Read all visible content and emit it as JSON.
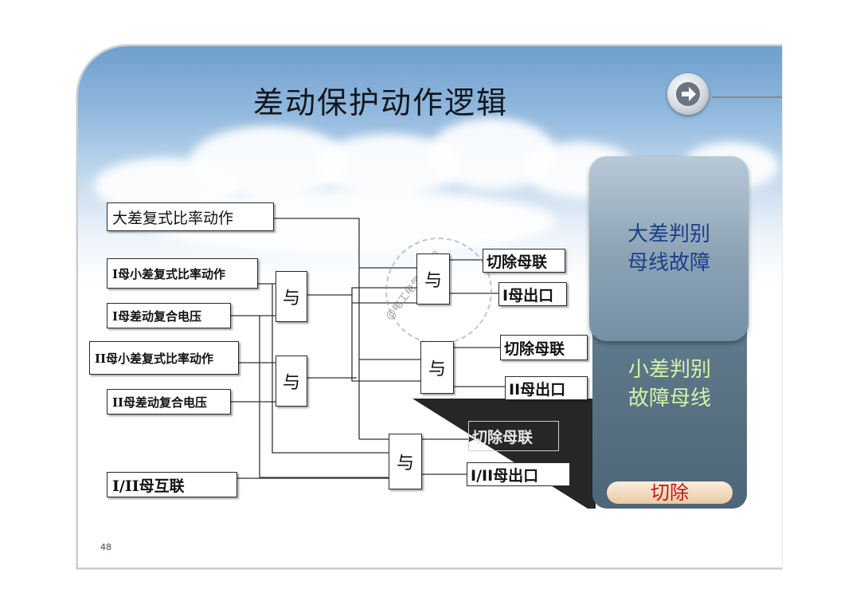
{
  "slide": {
    "title": "差动保护动作逻辑",
    "page_number": "48",
    "watermark": "@电工电气技术圈"
  },
  "inputs": [
    {
      "id": "big-diff",
      "label": "大差复式比率动作"
    },
    {
      "id": "bus1-small-diff",
      "label": "I母小差复式比率动作"
    },
    {
      "id": "bus1-voltage",
      "label": "I母差动复合电压"
    },
    {
      "id": "bus2-small-diff",
      "label": "II母小差复式比率动作"
    },
    {
      "id": "bus2-voltage",
      "label": "II母差动复合电压"
    },
    {
      "id": "bus-interconnect",
      "label": "I/II母互联"
    }
  ],
  "gates": {
    "label": "与"
  },
  "outputs": [
    {
      "id": "bus1-cut-coupler",
      "label": "切除母联"
    },
    {
      "id": "bus1-exit",
      "label": "I母出口"
    },
    {
      "id": "bus2-cut-coupler",
      "label": "切除母联"
    },
    {
      "id": "bus2-exit",
      "label": "II母出口"
    },
    {
      "id": "inter-cut-coupler",
      "label": "切除母联"
    },
    {
      "id": "inter-exit",
      "label": "I/II母出口"
    }
  ],
  "side_panel": {
    "top_line1": "大差判别",
    "top_line2": "母线故障",
    "bottom_line1": "小差判别",
    "bottom_line2": "故障母线",
    "cut_label": "切除"
  },
  "colors": {
    "top_text": "#1d3f8a",
    "bottom_text": "#d6f2a6",
    "cut_text": "#c01a1a"
  }
}
